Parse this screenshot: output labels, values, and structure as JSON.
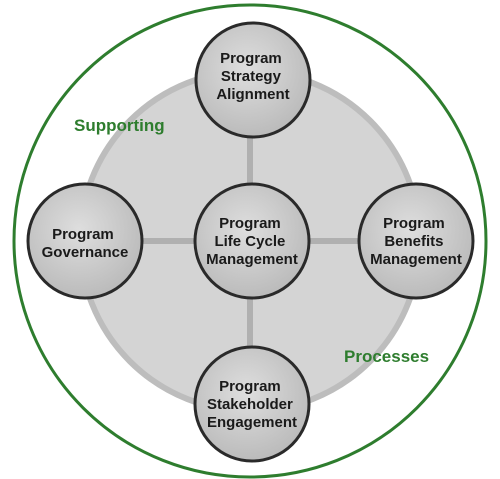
{
  "colors": {
    "outer_ring": "#2e7d2e",
    "area_text": "#2e7d2e",
    "inner_disc": "#d4d4d4",
    "inner_disc_edge": "#bdbdbd",
    "connector": "#b0b0b0",
    "node_fill": "#c7c7c7",
    "node_edge": "#2a2a2a",
    "node_text": "#1a1a1a"
  },
  "area_labels": {
    "supporting": "Supporting",
    "processes": "Processes"
  },
  "nodes": {
    "center": {
      "lines": [
        "Program",
        "Life Cycle",
        "Management"
      ]
    },
    "top": {
      "lines": [
        "Program",
        "Strategy",
        "Alignment"
      ]
    },
    "left": {
      "lines": [
        "Program",
        "Governance"
      ]
    },
    "right": {
      "lines": [
        "Program",
        "Benefits",
        "Management"
      ]
    },
    "bottom": {
      "lines": [
        "Program",
        "Stakeholder",
        "Engagement"
      ]
    }
  }
}
